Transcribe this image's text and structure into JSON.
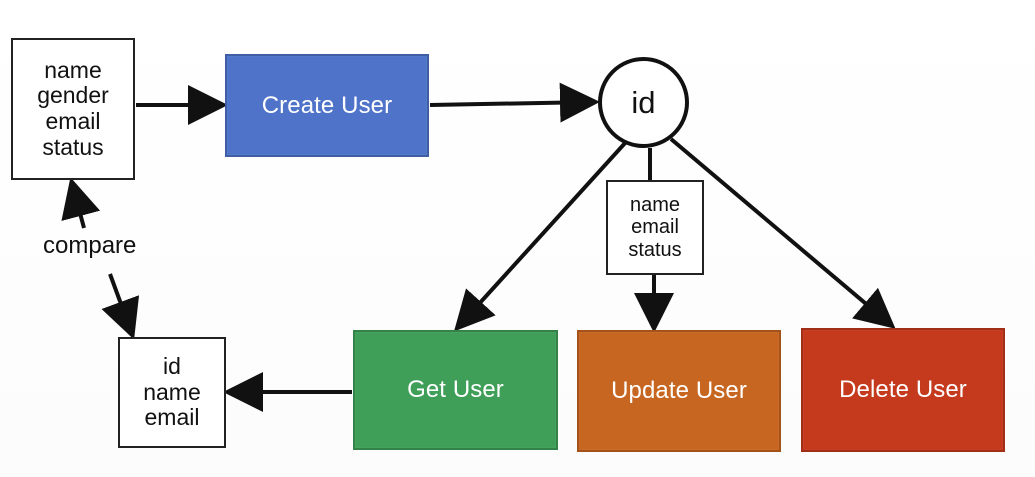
{
  "diagram": {
    "input_fields": [
      "name",
      "gender",
      "email",
      "status"
    ],
    "create_label": "Create User",
    "id_label": "id",
    "update_fields": [
      "name",
      "email",
      "status"
    ],
    "get_label": "Get User",
    "update_label": "Update User",
    "delete_label": "Delete User",
    "compare_label": "compare",
    "result_fields": [
      "id",
      "name",
      "email"
    ]
  },
  "colors": {
    "create": "#4e73c8",
    "get": "#3f9f58",
    "update": "#c76620",
    "delete": "#c5391d",
    "line": "#111111"
  }
}
